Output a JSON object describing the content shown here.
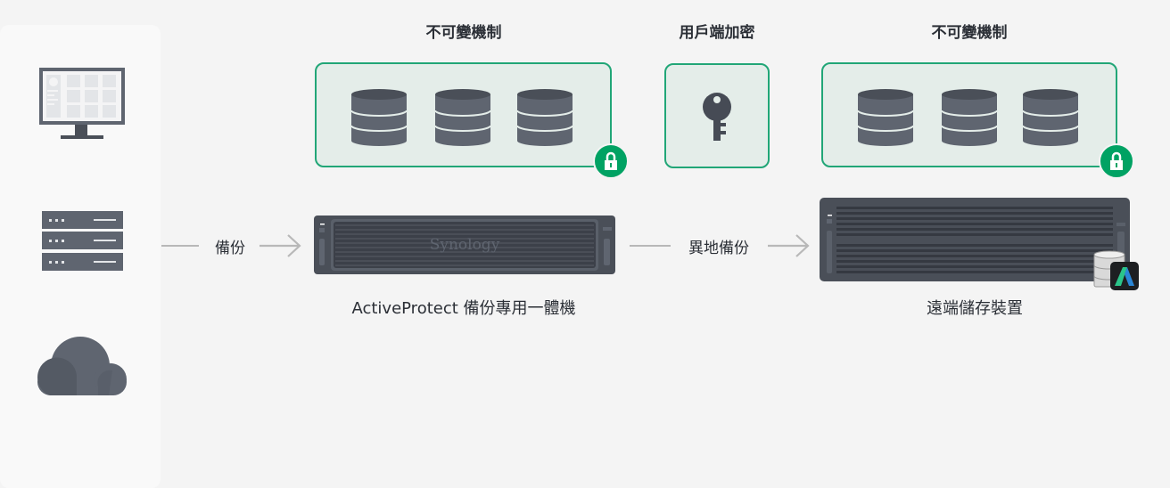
{
  "sources": {
    "icons": [
      "desktop-computer-icon",
      "server-rack-icon",
      "cloud-icon"
    ]
  },
  "labels": {
    "immutable_1": "不可變機制",
    "encryption": "用戶端加密",
    "immutable_2": "不可變機制"
  },
  "flow": {
    "backup": "備份",
    "offsite_backup": "異地備份"
  },
  "devices": {
    "appliance_caption": "ActiveProtect 備份專用一體機",
    "appliance_brand": "Synology",
    "remote_caption": "遠端儲存裝置"
  },
  "colors": {
    "accent": "#00a263",
    "box_border": "#21a677",
    "box_fill": "#e4ede9",
    "device": "#4a4f58"
  }
}
